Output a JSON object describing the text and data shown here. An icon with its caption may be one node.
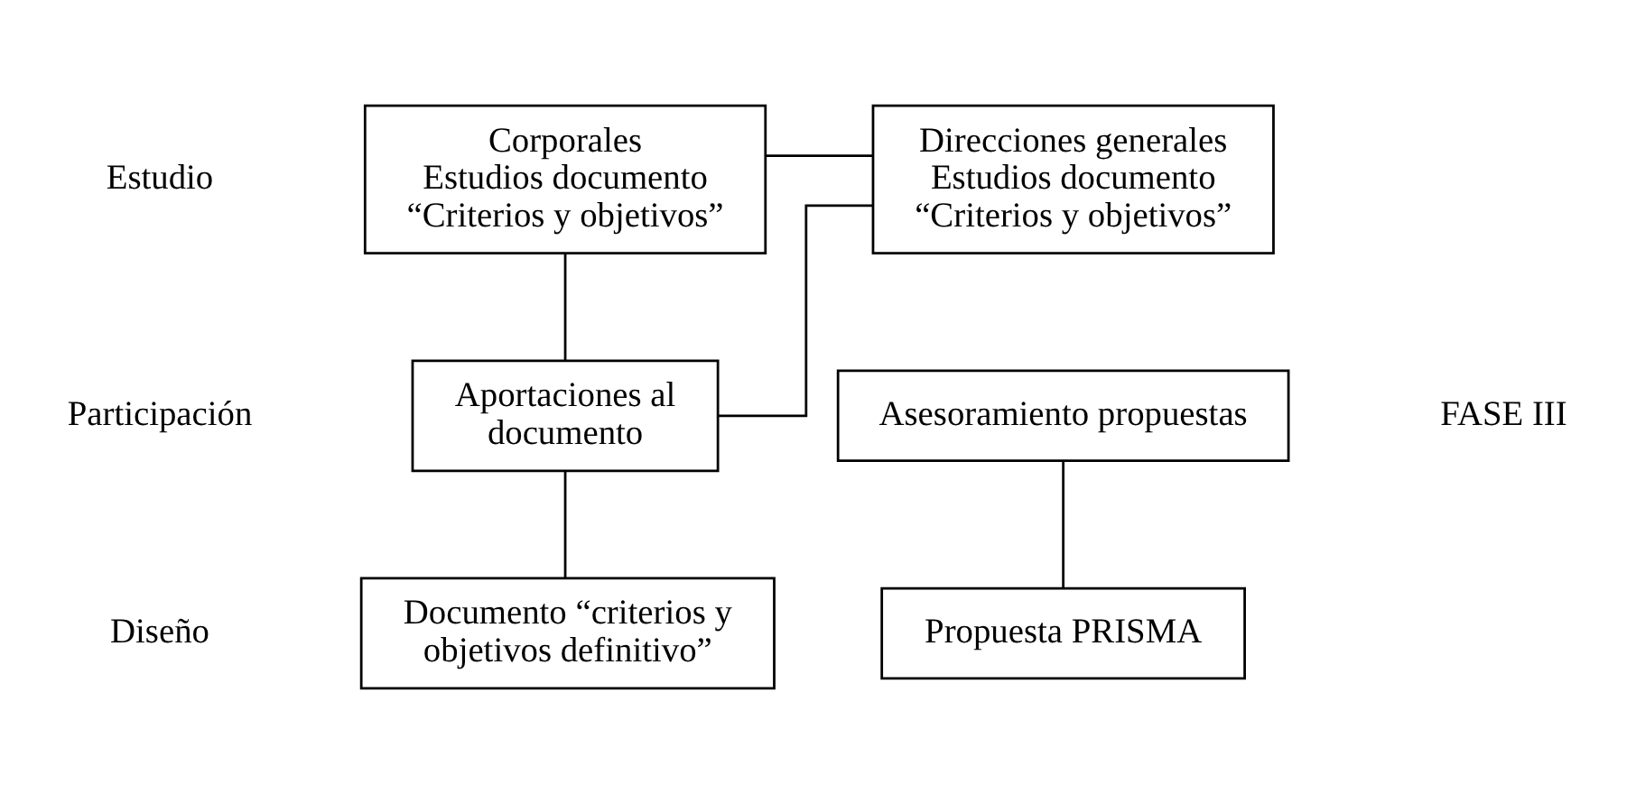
{
  "diagram": {
    "nodes": [
      {
        "text": [
          "Corporales",
          "Estudios documento “Criterios y objetivos”"
        ]
      },
      {
        "text": [
          "Direcciones generales",
          "Estudios documento “Criterios y objetivos”"
        ]
      },
      {
        "text": [
          "Aportaciones al documento"
        ]
      },
      {
        "text": [
          "Asesoramiento propuestas"
        ]
      },
      {
        "text": [
          "Documento “criterios y objetivos definitivo”"
        ]
      },
      {
        "text": [
          "Propuesta PRISMA"
        ]
      }
    ],
    "edges": [
      {
        "from": 0,
        "to": 1,
        "arrow": "none"
      },
      {
        "from": 0,
        "to": 2,
        "arrow": "none"
      },
      {
        "from": 1,
        "to": 2,
        "arrow": "none"
      },
      {
        "from": 2,
        "to": 4,
        "arrow": "none"
      },
      {
        "from": 3,
        "to": 5,
        "arrow": "none"
      }
    ],
    "labels": [
      "Estudio",
      "Participación",
      "Diseño",
      "FASE III"
    ]
  }
}
